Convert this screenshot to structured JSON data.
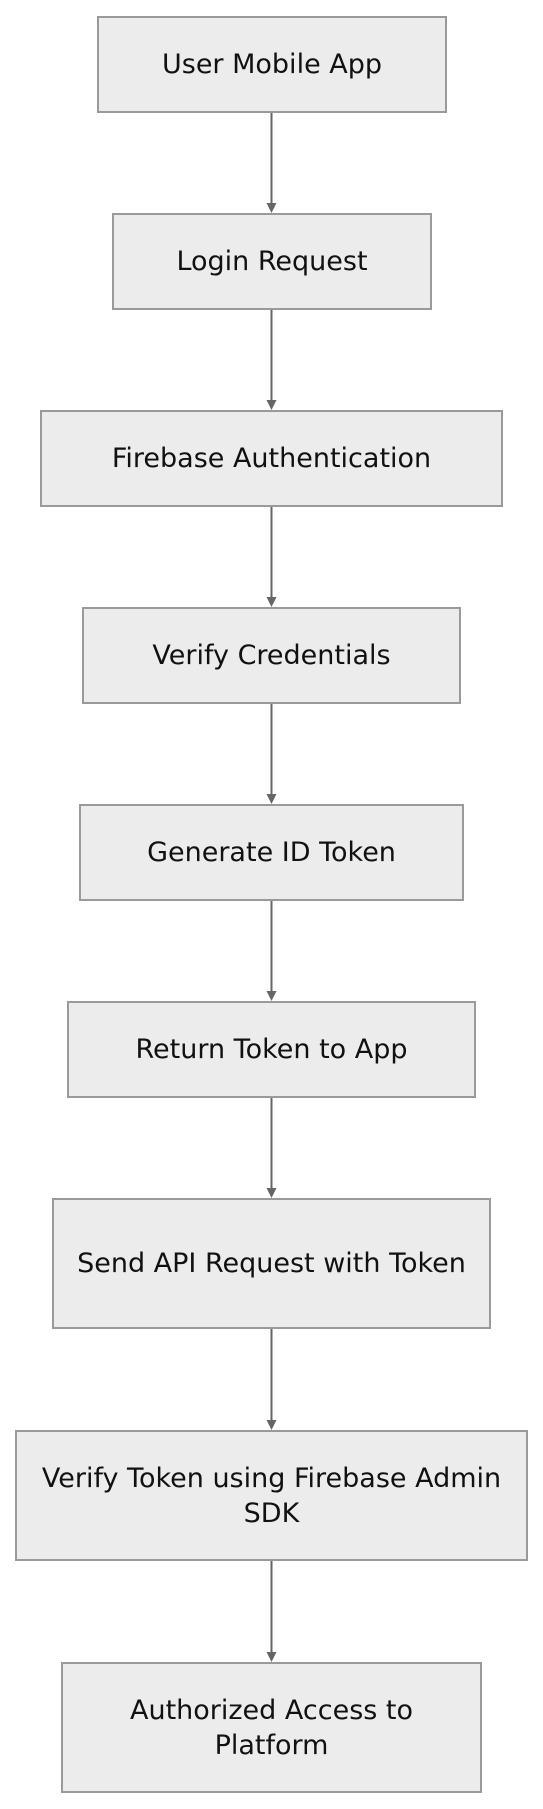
{
  "nodes": [
    {
      "label": "User Mobile App"
    },
    {
      "label": "Login Request"
    },
    {
      "label": "Firebase Authentication"
    },
    {
      "label": "Verify Credentials"
    },
    {
      "label": "Generate ID Token"
    },
    {
      "label": "Return Token to App"
    },
    {
      "label": "Send API Request with Token"
    },
    {
      "label": "Verify Token using Firebase Admin SDK"
    },
    {
      "label": "Authorized Access to Platform"
    }
  ],
  "colors": {
    "node_fill": "#ececec",
    "node_border": "#9a9a9a",
    "edge": "#666666",
    "text": "#111111"
  }
}
